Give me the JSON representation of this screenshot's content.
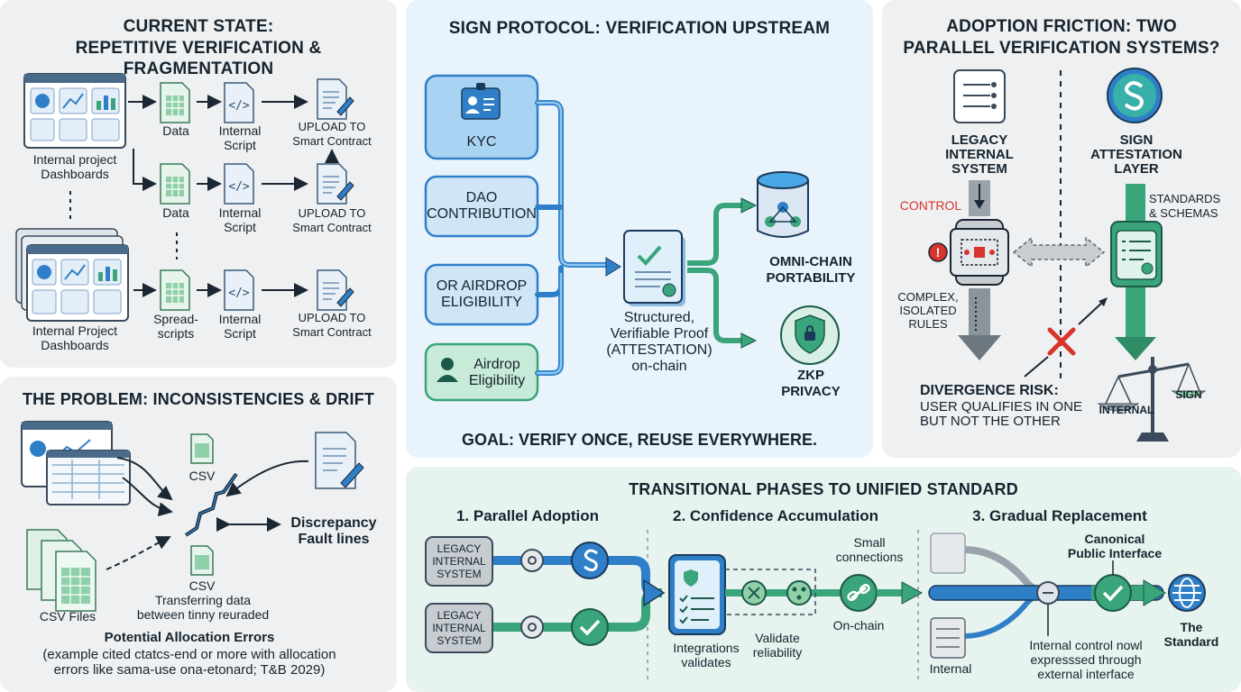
{
  "current_state": {
    "title_line1": "CURRENT STATE:",
    "title_line2": "REPETITIVE VERIFICATION & FRAGMENTATION",
    "dashboards_top": "Internal project\nDashboards",
    "dashboards_bottom": "Internal Project\nDashboards",
    "row1": {
      "data": "Data",
      "script": "Internal\nScript",
      "upload": "UPLOAD TO\nSmart Contract"
    },
    "row2": {
      "data": "Data",
      "script": "Internal\nScript",
      "upload": "UPLOAD TO\nSmart Contract"
    },
    "row3": {
      "data": "Spread-\nscripts",
      "script": "Internal\nScript",
      "upload": "UPLOAD TO\nSmart Contract"
    }
  },
  "problem": {
    "title": "THE PROBLEM: INCONSISTENCIES & DRIFT",
    "csv_top": "CSV",
    "csv_mid": "CSV",
    "transfer": "Transferring data\nbetween tinny reuraded",
    "csv_files": "CSV Files",
    "discrepancy": "Discrepancy\nFault lines",
    "allocation_title": "Potential Allocation Errors",
    "allocation_note": "(example cited ctatcs-end or more with allocation\nerrors like sama-use ona-etonard; T&B 2029)"
  },
  "sign_protocol": {
    "title": "SIGN PROTOCOL: VERIFICATION UPSTREAM",
    "inputs": [
      "KYC",
      "DAO\nCONTRIBUTION",
      "OR AIRDROP\nELIGIBILITY",
      "Airdrop\nEligibility"
    ],
    "attestation": "Structured,\nVerifiable Proof\n(ATTESTATION)\non-chain",
    "omni": "OMNI-CHAIN\nPORTABILITY",
    "zkp": "ZKP\nPRIVACY",
    "goal": "GOAL: VERIFY ONCE, REUSE EVERYWHERE."
  },
  "adoption": {
    "title_line1": "ADOPTION FRICTION: TWO",
    "title_line2": "PARALLEL VERIFICATION SYSTEMS?",
    "legacy": "LEGACY\nINTERNAL\nSYSTEM",
    "sign_layer": "SIGN\nATTESTATION\nLAYER",
    "control": "CONTROL",
    "standards": "STANDARDS\n& SCHEMAS",
    "complex": "COMPLEX,\nISOLATED\nRULES",
    "divergence_title": "DIVERGENCE RISK:",
    "divergence_text": "USER QUALIFIES IN ONE\nBUT NOT THE OTHER",
    "scale_internal": "INTERNAL",
    "scale_sign": "SIGN"
  },
  "phases": {
    "title": "TRANSITIONAL PHASES TO UNIFIED STANDARD",
    "phase1": "1. Parallel Adoption",
    "phase2": "2. Confidence Accumulation",
    "phase3": "3. Gradual Replacement",
    "legacy_a": "LEGACY\nINTERNAL\nSYSTEM",
    "legacy_b": "LEGACY\nINTERNAL\nSYSTEM",
    "integrations": "Integrations\nvalidates",
    "validate": "Validate\nreliability",
    "small_connections": "Small\nconnections",
    "on_chain": "On-chain",
    "canonical": "Canonical\nPublic Interface",
    "internal": "Internal",
    "internal_control": "Internal control nowl\nexpresssed through\nexternal interface",
    "the_standard": "The\nStandard"
  },
  "colors": {
    "blue": "#2f7fc8",
    "green": "#3aa47a",
    "gray_arrow": "#5b6670",
    "red": "#d8342c"
  }
}
